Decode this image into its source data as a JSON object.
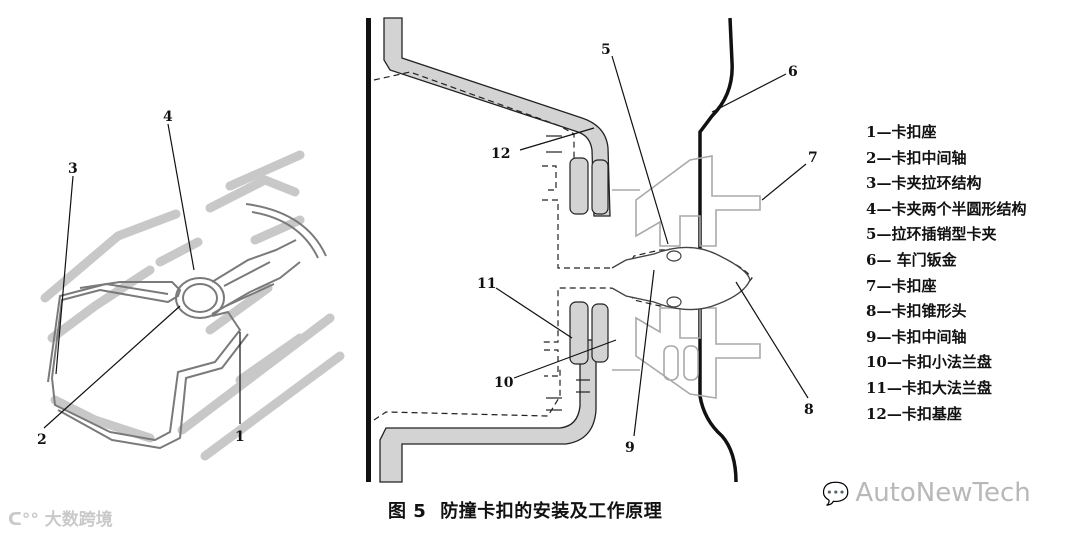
{
  "callouts": {
    "n1": "1",
    "n2": "2",
    "n3": "3",
    "n4": "4",
    "n5": "5",
    "n6": "6",
    "n7": "7",
    "n8": "8",
    "n9": "9",
    "n10": "10",
    "n11": "11",
    "n12": "12"
  },
  "legend": [
    {
      "num": "1",
      "text": "—卡扣座"
    },
    {
      "num": "2",
      "text": "—卡扣中间轴"
    },
    {
      "num": "3",
      "text": "—卡夹拉环结构"
    },
    {
      "num": "4",
      "text": "—卡夹两个半圆形结构"
    },
    {
      "num": "5",
      "text": "—拉环插销型卡夹"
    },
    {
      "num": "6",
      "text": "— 车门钣金"
    },
    {
      "num": "7",
      "text": "—卡扣座"
    },
    {
      "num": "8",
      "text": "—卡扣锥形头"
    },
    {
      "num": "9",
      "text": "—卡扣中间轴"
    },
    {
      "num": "10",
      "text": "—卡扣小法兰盘"
    },
    {
      "num": "11",
      "text": "—卡扣大法兰盘"
    },
    {
      "num": "12",
      "text": "—卡扣基座"
    }
  ],
  "caption": {
    "fig_no": "图 5",
    "title": "防撞卡扣的安装及工作原理"
  },
  "watermark": {
    "left": "大数跨境",
    "right": "AutoNewTech"
  }
}
